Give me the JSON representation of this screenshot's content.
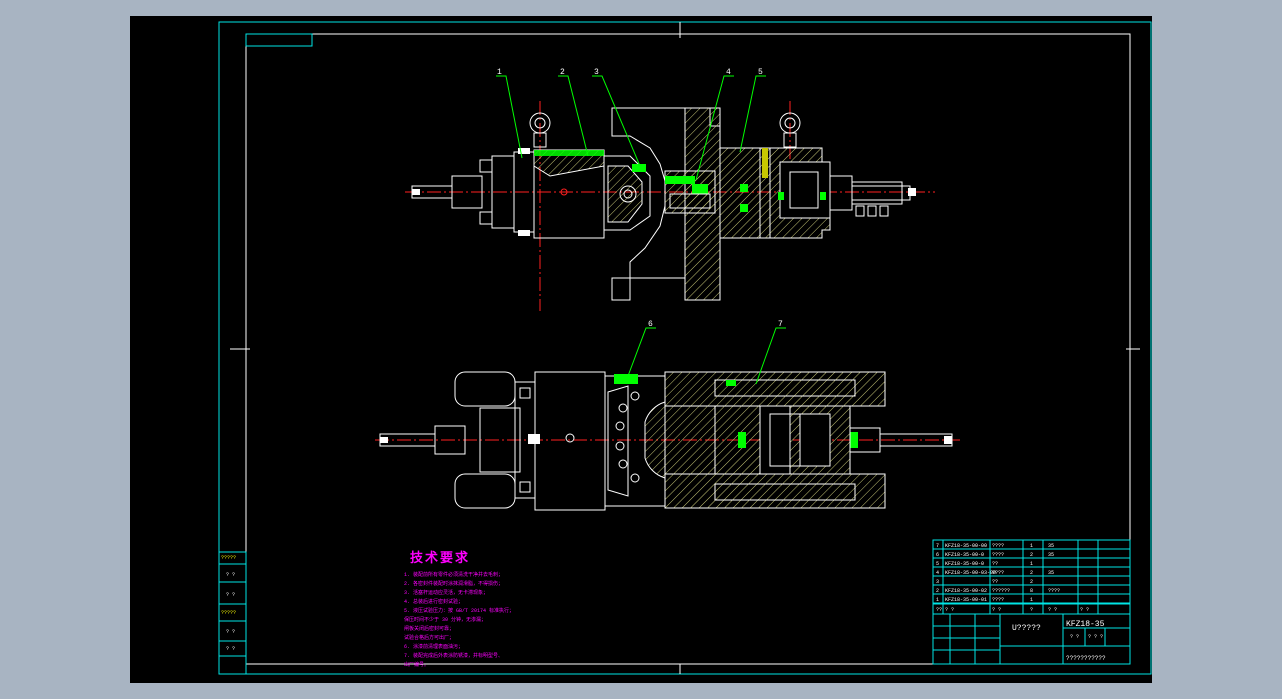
{
  "colors": {
    "background": "#a8b4c2",
    "canvas": "#000000",
    "frame": "#00e5e5",
    "outline": "#ffffff",
    "centerline": "#ff2020",
    "leader": "#00ff00",
    "fill_green": "#00ff00",
    "hatch": "#c8c878",
    "magenta": "#ff00ff",
    "yellow": "#ffff00"
  },
  "balloons": [
    "1",
    "2",
    "3",
    "4",
    "5",
    "6",
    "7"
  ],
  "tech_req": {
    "title": "技术要求",
    "lines": [
      "1. 装配前所有零件必须清洗干净并去毛刺；",
      "2. 各密封件装配时涂抹润滑脂，不得损伤；",
      "3. 活塞杆运动应灵活，无卡滞现象；",
      "4. 总装后进行密封试验；",
      "5. 液压试验压力：按 GB/T 20174 标准执行；",
      "   保压时间不少于 30 分钟，无渗漏；",
      "   闸板关闭后密封可靠；",
      "   试验合格后方可出厂；",
      "6. 涂漆前清理表面油污；",
      "7. 装配完成后外表涂防锈漆，并标明型号、",
      "   出厂编号。"
    ]
  },
  "left_strip": [
    "?????",
    "?  ?",
    "?  ?",
    "?????",
    "?  ?",
    "?  ?"
  ],
  "bom": {
    "rows": [
      {
        "no": "7",
        "code": "KFZ18-35-00-00",
        "name": "????",
        "qty": "1",
        "mat": "35"
      },
      {
        "no": "6",
        "code": "KFZ18-35-00-0",
        "name": "????",
        "qty": "2",
        "mat": "35"
      },
      {
        "no": "5",
        "code": "KFZ18-35-00-0",
        "name": "??",
        "qty": "1",
        "mat": ""
      },
      {
        "no": "4",
        "code": "KFZ18-35-00-03-00",
        "name": "????",
        "qty": "2",
        "mat": "35"
      },
      {
        "no": "3",
        "code": "",
        "name": "??",
        "qty": "2",
        "mat": ""
      },
      {
        "no": "2",
        "code": "KFZ18-35-00-02",
        "name": "??????",
        "qty": "8",
        "mat": "????"
      },
      {
        "no": "1",
        "code": "KFZ18-35-00-01",
        "name": "????",
        "qty": "1",
        "mat": ""
      }
    ],
    "header": [
      "??",
      "?  ?",
      "?  ?",
      "?",
      "?  ?",
      "?  ?"
    ]
  },
  "title_block": {
    "model": "KFZ18-35",
    "name": "U?????",
    "company": "???????????",
    "scale_label": "? ?",
    "sheet_label": "? ? ?"
  }
}
